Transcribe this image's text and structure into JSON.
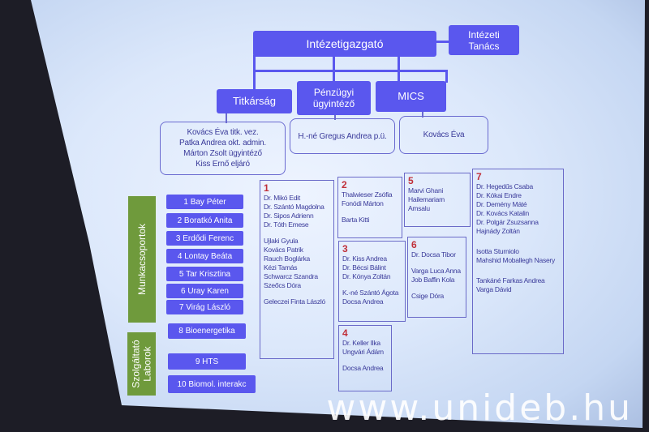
{
  "top": {
    "director": "Intézetigazgató",
    "council": "Intézeti Tanács"
  },
  "units": [
    {
      "label": "Titkárság",
      "staff": [
        "Kovács Éva titk. vez.",
        "Patka Andrea okt. admin.",
        "Márton Zsolt ügyintéző",
        "Kiss Ernő eljáró"
      ]
    },
    {
      "label": "Pénzügyi ügyintéző",
      "staff": [
        "H.-né Gregus Andrea p.ü."
      ]
    },
    {
      "label": "MICS",
      "staff": [
        "Kovács Éva"
      ]
    }
  ],
  "workgroups_label": "Munkacsoportok",
  "workgroups": [
    "1 Bay Péter",
    "2 Boratkó Anita",
    "3 Erdődi Ferenc",
    "4 Lontay Beáta",
    "5 Tar Krisztina",
    "6 Uray Karen",
    "7 Virág László"
  ],
  "labs_label": "Szolgáltató Laborok",
  "labs": [
    "8 Bioenergetika",
    "9 HTS",
    "10 Biomol. interakc"
  ],
  "groups": {
    "g1": {
      "num": "1",
      "a": [
        "Dr. Mikó Edit",
        "Dr. Szántó Magdolna",
        "Dr. Sipos Adrienn",
        "Dr. Tóth Emese"
      ],
      "b": [
        "Ujlaki Gyula",
        "Kovács Patrik",
        "Rauch Boglárka",
        "Kézi Tamás",
        "Schwarcz Szandra",
        "Szeőcs Dóra"
      ],
      "c": [
        "Geleczei Finta László"
      ]
    },
    "g2": {
      "num": "2",
      "a": [
        "Thalwieser Zsófia",
        "Fonódi Márton"
      ],
      "b": [
        "Barta Kitti"
      ]
    },
    "g3": {
      "num": "3",
      "a": [
        "Dr. Kiss Andrea",
        "Dr. Bécsi Bálint",
        "Dr. Kónya Zoltán"
      ],
      "b": [
        "K.-né Szántó Ágota",
        "Docsa Andrea"
      ]
    },
    "g4": {
      "num": "4",
      "a": [
        "Dr. Keller Ilka",
        "Ungvári Ádám"
      ],
      "b": [
        "Docsa Andrea"
      ]
    },
    "g5": {
      "num": "5",
      "a": [
        "Marvi Ghani",
        "Hailemariam",
        "Amsalu"
      ]
    },
    "g6": {
      "num": "6",
      "a": [
        "Dr. Docsa Tibor"
      ],
      "b": [
        "Varga Luca Anna",
        "Job Baffin Kola"
      ],
      "c": [
        "Csige Dóra"
      ]
    },
    "g7": {
      "num": "7",
      "a": [
        "Dr. Hegedűs Csaba",
        "Dr. Kókai Endre",
        "Dr. Demény Máté",
        "Dr. Kovács Katalin",
        "Dr. Polgár Zsuzsanna",
        "Hajnády Zoltán"
      ],
      "b": [
        "Isotta Sturniolo",
        "Mahshid Moballegh Nasery"
      ],
      "c": [
        "Tankáné Farkas Andrea",
        "Varga Dávid"
      ]
    }
  },
  "watermark": "www.unideb.hu"
}
